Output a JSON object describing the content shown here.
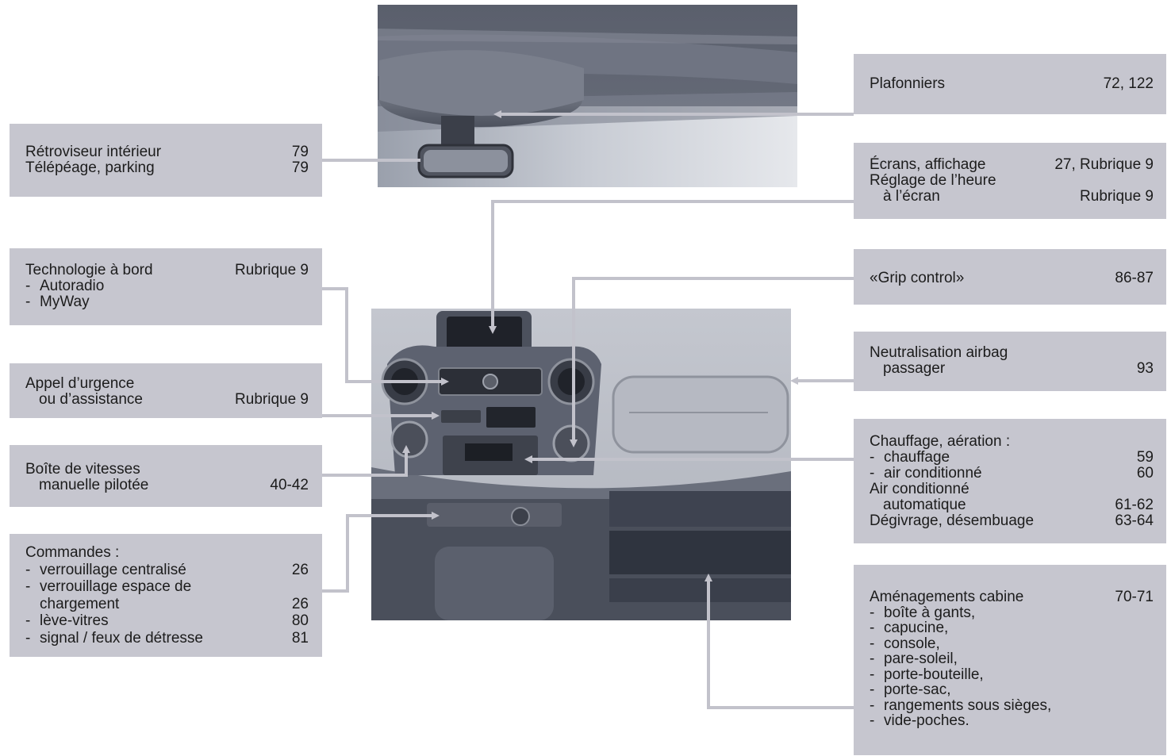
{
  "boxes": {
    "retroviseur": {
      "rows": [
        {
          "label": "Rétroviseur intérieur",
          "page": "79"
        },
        {
          "label": "Télépéage, parking",
          "page": "79"
        }
      ]
    },
    "technologie": {
      "title": "Technologie à bord",
      "page": "Rubrique 9",
      "items": [
        "Autoradio",
        "MyWay"
      ]
    },
    "appel": {
      "line1": "Appel d’urgence",
      "line2": "ou d’assistance",
      "page": "Rubrique 9"
    },
    "boite": {
      "line1": "Boîte de vitesses",
      "line2": "manuelle pilotée",
      "page": "40-42"
    },
    "commandes": {
      "title": "Commandes :",
      "item1": "verrouillage centralisé",
      "item1_page": "26",
      "item2a": "verrouillage espace de",
      "item2b": "chargement",
      "item2_page": "26",
      "item3": "lève-vitres",
      "item3_page": "80",
      "item4": "signal / feux de détresse",
      "item4_page": "81"
    },
    "plafonniers": {
      "label": "Plafonniers",
      "page": "72, 122"
    },
    "ecrans": {
      "line1": "Écrans, affichage",
      "line1_page": "27, Rubrique 9",
      "line2": "Réglage de l’heure",
      "line3": "à l’écran",
      "line3_page": "Rubrique 9"
    },
    "grip": {
      "label": "«Grip control»",
      "page": "86-87"
    },
    "airbag": {
      "line1": "Neutralisation airbag",
      "line2": "passager",
      "page": "93"
    },
    "chauffage": {
      "title": "Chauffage, aération :",
      "item1": "chauffage",
      "item1_page": "59",
      "item2": "air conditionné",
      "item2_page": "60",
      "line3": "Air conditionné",
      "line4": "automatique",
      "line4_page": "61-62",
      "line5": "Dégivrage, désembuage",
      "line5_page": "63-64"
    },
    "amenagements": {
      "title": "Aménagements cabine",
      "page": "70-71",
      "items": [
        "boîte à gants,",
        "capucine,",
        "console,",
        "pare-soleil,",
        "porte-bouteille,",
        "porte-sac,",
        "rangements sous sièges,",
        "vide-poches."
      ]
    }
  },
  "colors": {
    "box_bg": "#c6c6cf",
    "leader": "#c2c2cb",
    "text": "#1c1c1c",
    "photo_dark": "#4a4f5b"
  },
  "icons": [
    "interior-mirror-illustration",
    "dashboard-illustration",
    "arrow-icon"
  ]
}
